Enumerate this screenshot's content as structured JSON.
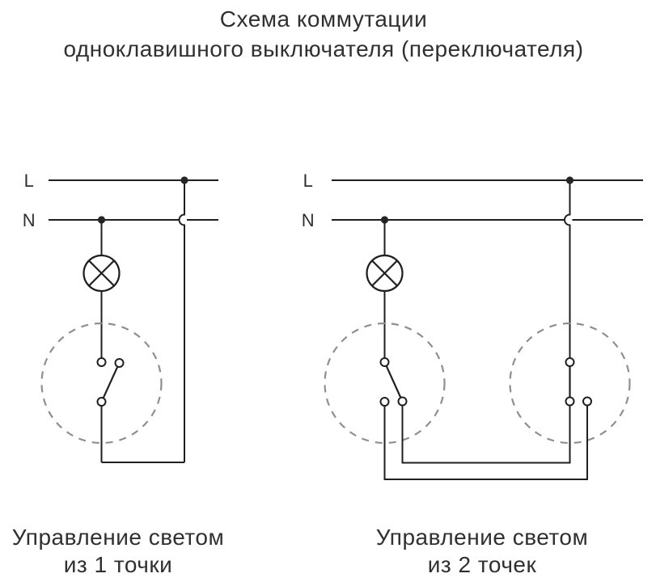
{
  "title": {
    "line1": "Схема коммутации",
    "line2": "одноклавишного выключателя (переключателя)"
  },
  "colors": {
    "background": "#ffffff",
    "wire": "#1f1f1f",
    "dashed_circle": "#8f8f8f",
    "text": "#303030"
  },
  "left_diagram": {
    "phase_label": "L",
    "neutral_label": "N",
    "caption_line1": "Управление светом",
    "caption_line2": "из 1 точки"
  },
  "right_diagram": {
    "phase_label": "L",
    "neutral_label": "N",
    "caption_line1": "Управление светом",
    "caption_line2": "из 2 точек"
  }
}
